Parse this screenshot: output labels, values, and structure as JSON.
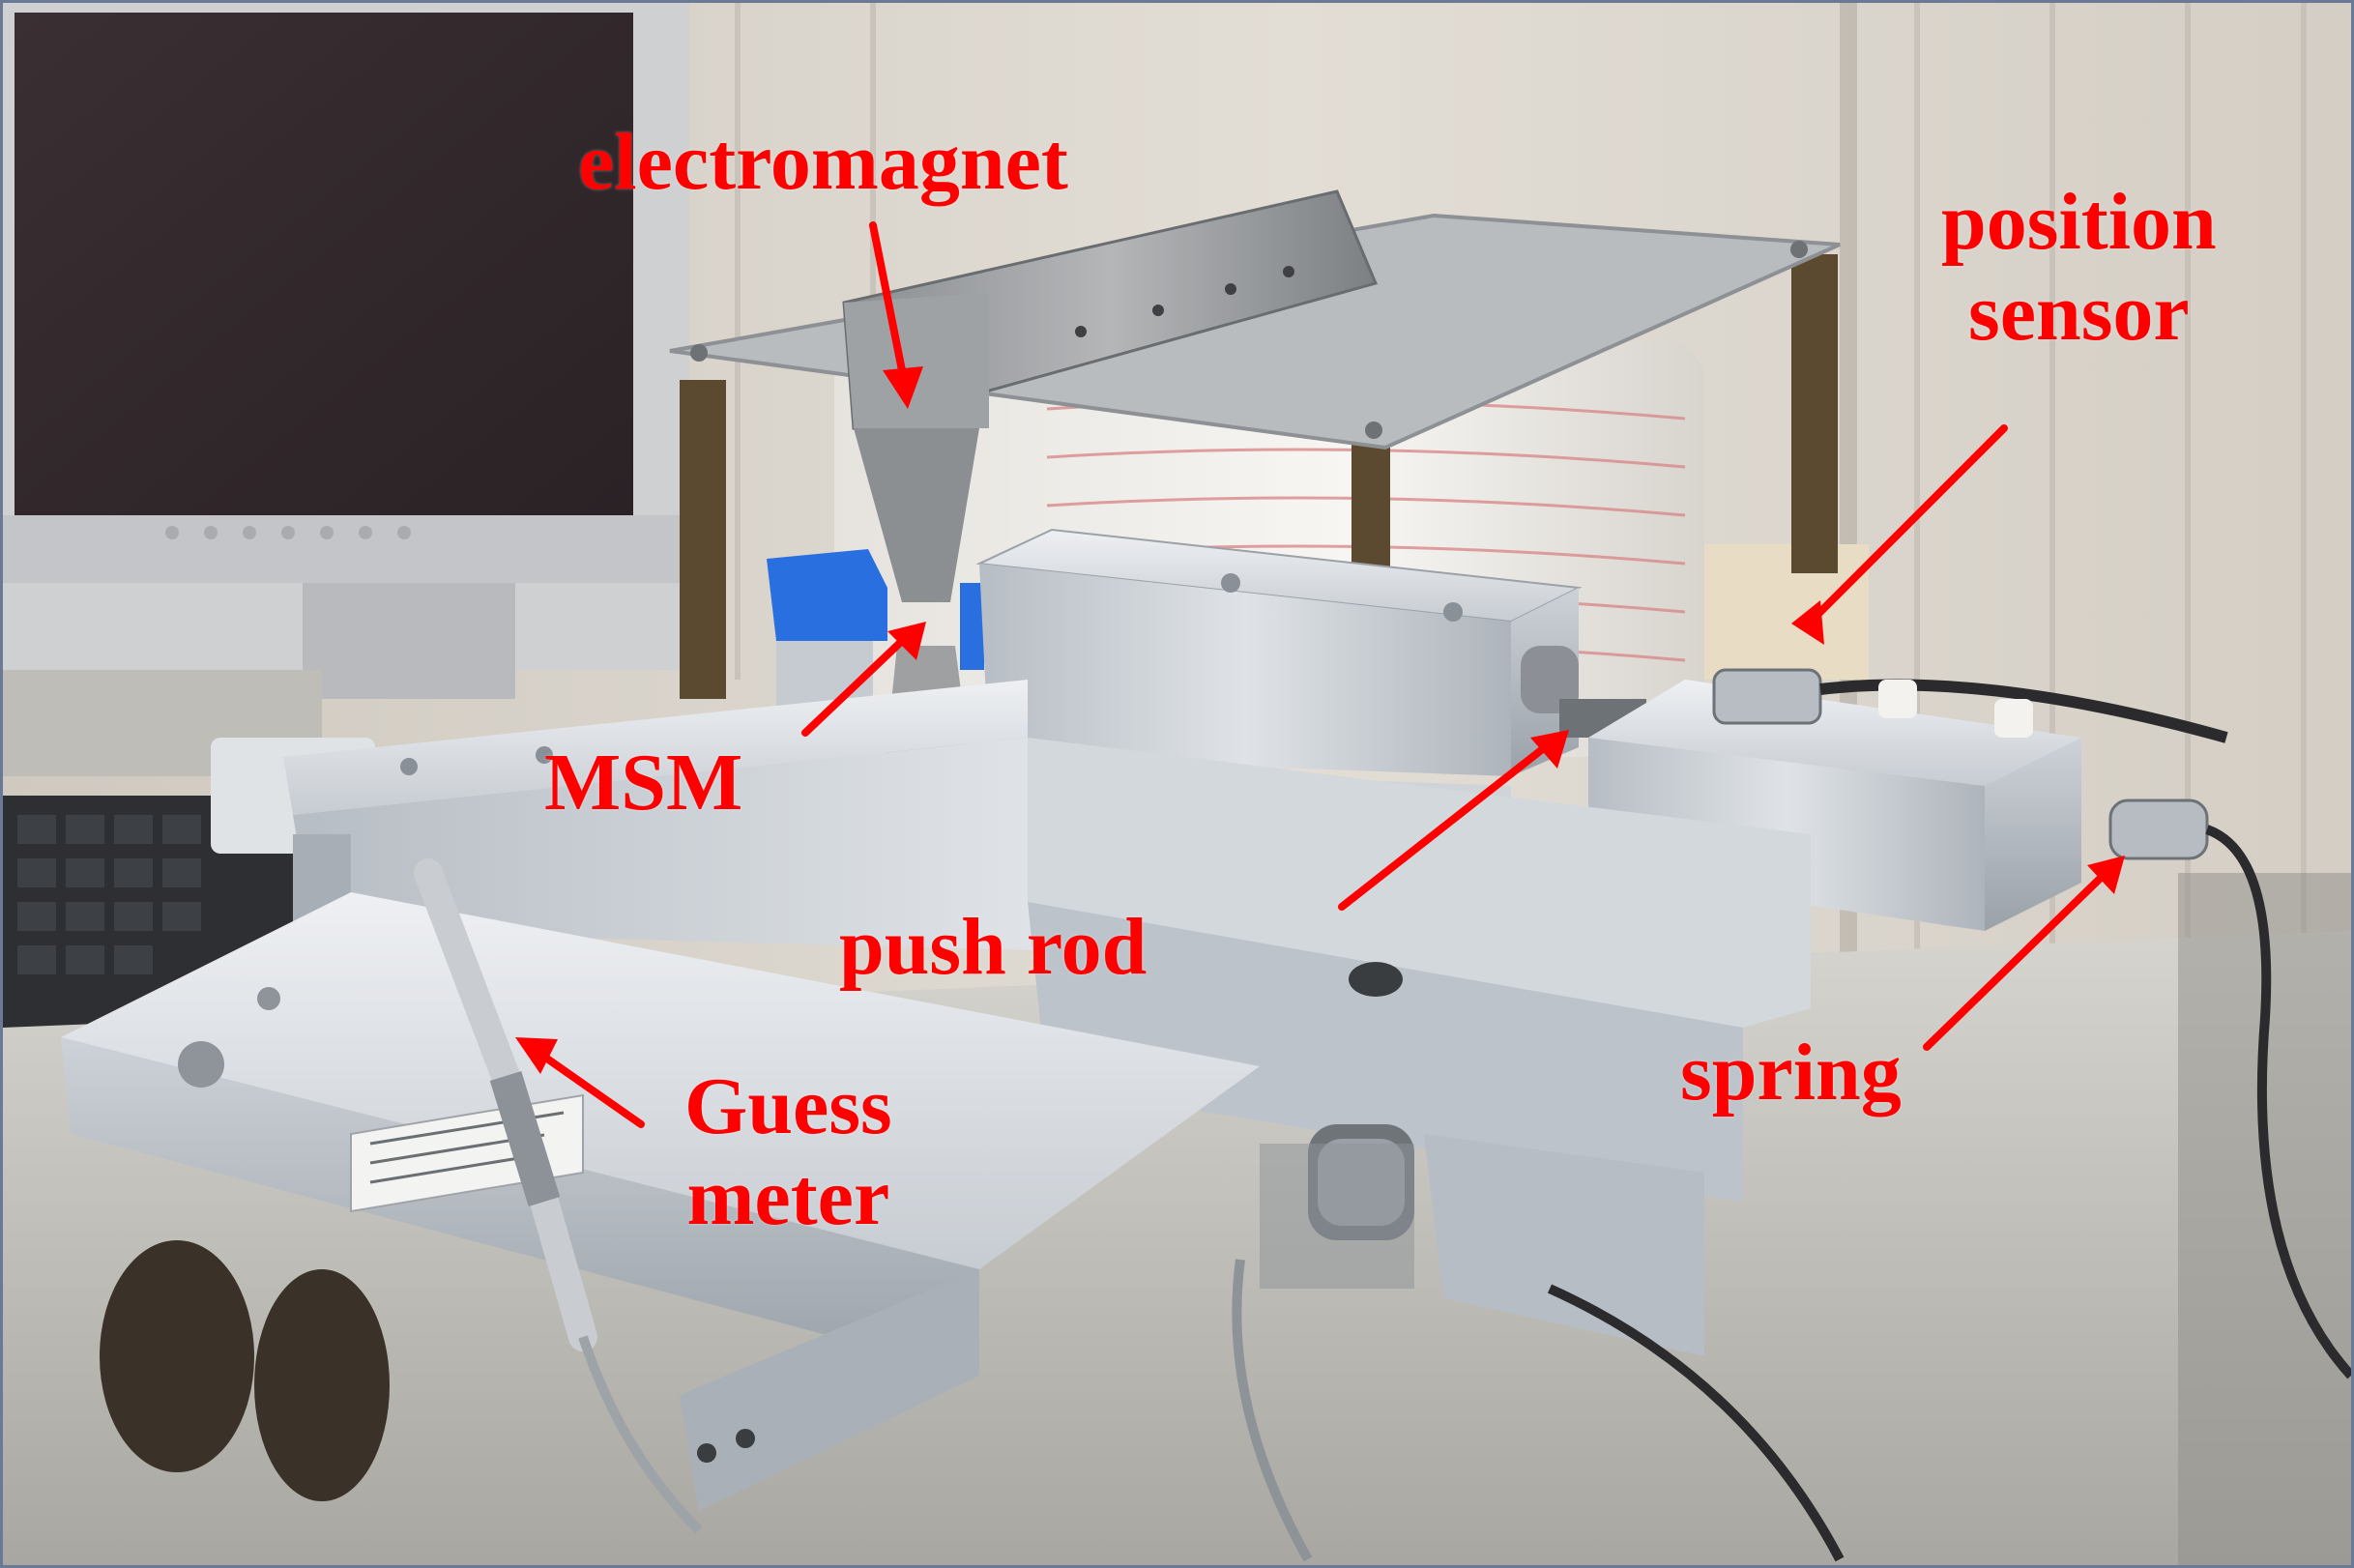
{
  "annotations": {
    "color": "#ff0000",
    "electromagnet": "electromagnet",
    "position_sensor_line1": "position",
    "position_sensor_line2": "sensor",
    "msm": "MSM",
    "push_rod": "push rod",
    "spring": "spring",
    "gauss_meter_line1": "Guess",
    "gauss_meter_line2": "meter"
  },
  "photo": {
    "colors": {
      "wall": "#d9d4cc",
      "wall_dark": "#bdb8b0",
      "monitor_bezel": "#c8c9cb",
      "monitor_screen": "#2e2528",
      "keyboard": "#2f3134",
      "table": "#c9c7c0",
      "aluminum_light": "#e3e6ea",
      "aluminum_mid": "#c3c8ce",
      "aluminum_dark": "#8f959c",
      "coil": "#f0eeea",
      "coil_stripe": "#d98a8a",
      "blue_block": "#2a6fe0",
      "rubber": "#3a3129",
      "cable": "#2b2b2d",
      "brass_rod": "#5b4a30"
    },
    "icons": {
      "sticker": "label-sticker-icon",
      "probe": "gauss-probe-icon"
    }
  }
}
